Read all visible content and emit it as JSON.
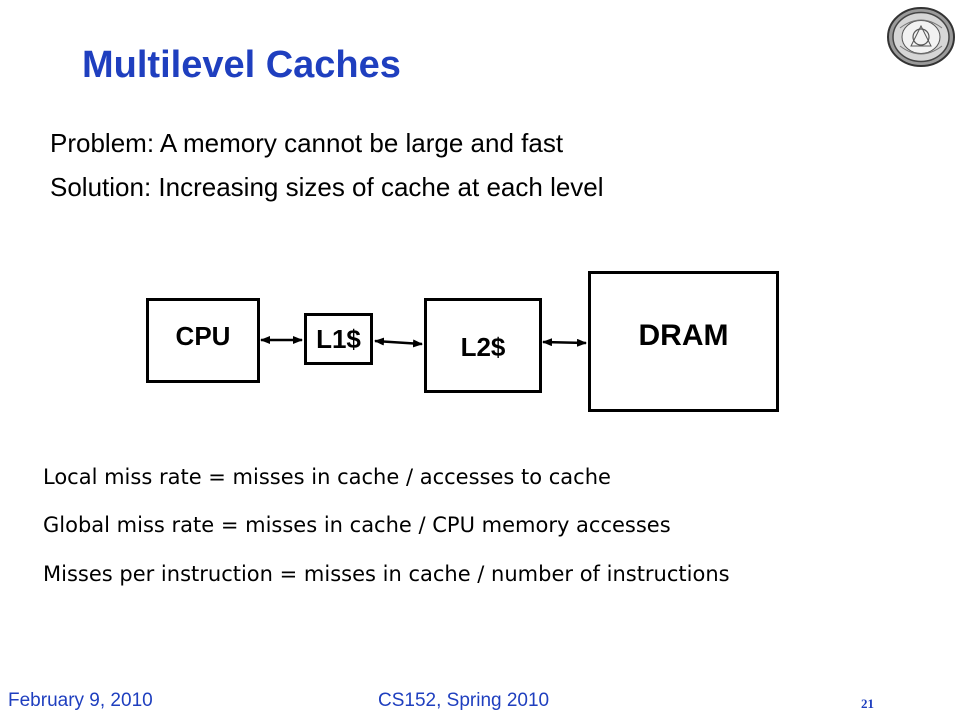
{
  "slide": {
    "title": "Multilevel Caches",
    "bullets": [
      "Problem: A memory cannot be large and fast",
      "Solution: Increasing sizes of cache at each level"
    ]
  },
  "diagram": {
    "boxes": [
      {
        "label": "CPU"
      },
      {
        "label": "L1$"
      },
      {
        "label": "L2$"
      },
      {
        "label": "DRAM"
      }
    ]
  },
  "formulas": [
    "Local miss rate = misses in cache / accesses to cache",
    "Global miss rate = misses in cache / CPU memory accesses",
    "Misses per instruction = misses in cache / number of instructions"
  ],
  "footer": {
    "date": "February 9, 2010",
    "course": "CS152, Spring 2010",
    "page_number": "21"
  },
  "colors": {
    "accent": "#1f3fbf",
    "text": "#000000",
    "background": "#ffffff"
  },
  "icons": {
    "seal": "university-seal-icon"
  }
}
